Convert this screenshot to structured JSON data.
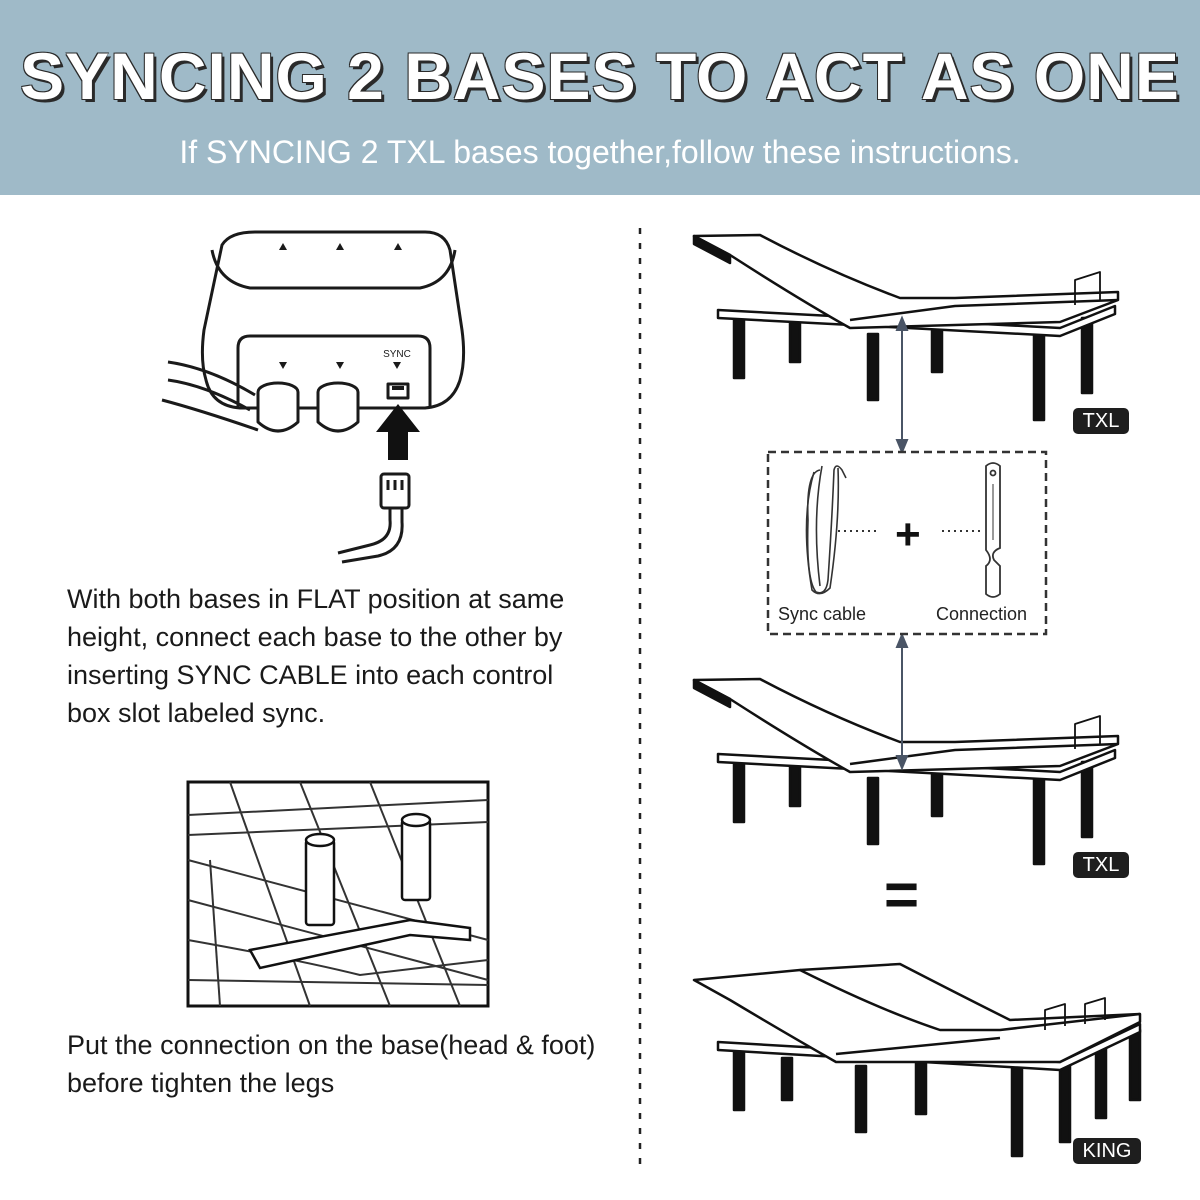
{
  "header": {
    "title": "SYNCING 2 BASES TO ACT AS ONE",
    "subtitle": "If SYNCING 2 TXL bases together,follow these instructions."
  },
  "steps": [
    {
      "text": "With both bases in FLAT position at same height, connect each base to the other by inserting SYNC CABLE into each control box slot labeled sync."
    },
    {
      "text": "Put the connection on the base(head & foot) before tighten the legs"
    }
  ],
  "control_box": {
    "port_label": "SYNC"
  },
  "kit": {
    "cable_label": "Sync cable",
    "connector_label": "Connection",
    "plus": "+"
  },
  "bases": [
    {
      "size_tag": "TXL"
    },
    {
      "size_tag": "TXL"
    },
    {
      "size_tag": "KING"
    }
  ],
  "equals": "="
}
